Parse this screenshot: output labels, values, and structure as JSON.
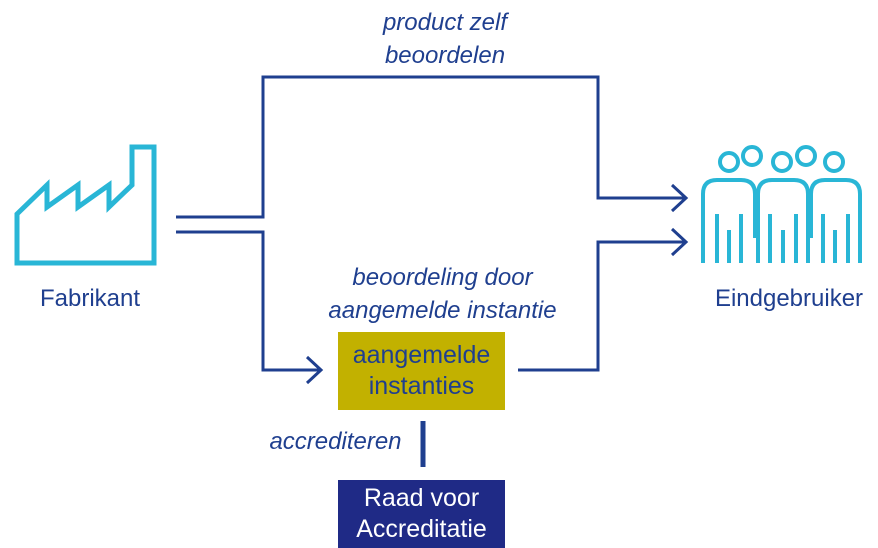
{
  "colors": {
    "line": "#1f3f8f",
    "icon": "#29b6d6",
    "notified_box_bg": "#c2b100",
    "notified_box_text": "#1f3f8f",
    "accreditation_box_bg": "#1f2a86",
    "accreditation_box_text": "#ffffff",
    "label_text": "#1f3f8f"
  },
  "icons": {
    "manufacturer": "factory-icon",
    "end_user": "people-group-icon"
  },
  "labels": {
    "manufacturer": "Fabrikant",
    "end_user": "Eindgebruiker",
    "self_assessment": [
      "product zelf",
      "beoordelen"
    ],
    "notified_assessment": [
      "beoordeling door",
      "aangemelde instantie"
    ],
    "accredit": "accrediteren"
  },
  "boxes": {
    "notified_bodies": [
      "aangemelde",
      "instanties"
    ],
    "accreditation_council": [
      "Raad voor",
      "Accreditatie"
    ]
  }
}
